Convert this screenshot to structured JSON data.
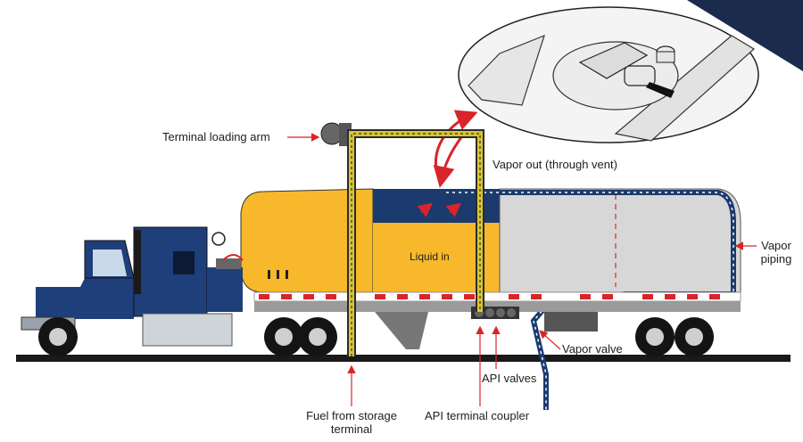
{
  "labels": {
    "terminal_loading_arm": "Terminal loading arm",
    "vapor_out": "Vapor out (through vent)",
    "liquid_in": "Liquid in",
    "vapor_piping_line1": "Vapor",
    "vapor_piping_line2": "piping",
    "vapor_valve": "Vapor valve",
    "api_valves": "API valves",
    "api_terminal_coupler": "API terminal coupler",
    "fuel_from_storage_line1": "Fuel from storage",
    "fuel_from_storage_line2": "terminal"
  },
  "colors": {
    "tank_yellow": "#f7b92b",
    "tank_navy": "#1b3a6e",
    "tank_gray": "#d7d7d7",
    "truck_blue": "#1f3f7a",
    "arm_yellow": "#d9c531",
    "arrow_red": "#d8242a",
    "ground": "#1a1a1a",
    "corner_navy": "#1a2b4e"
  },
  "icons": [
    "tank-hatch-icon",
    "vent-cap-icon",
    "red-arrow-icon",
    "wheel-icon"
  ]
}
